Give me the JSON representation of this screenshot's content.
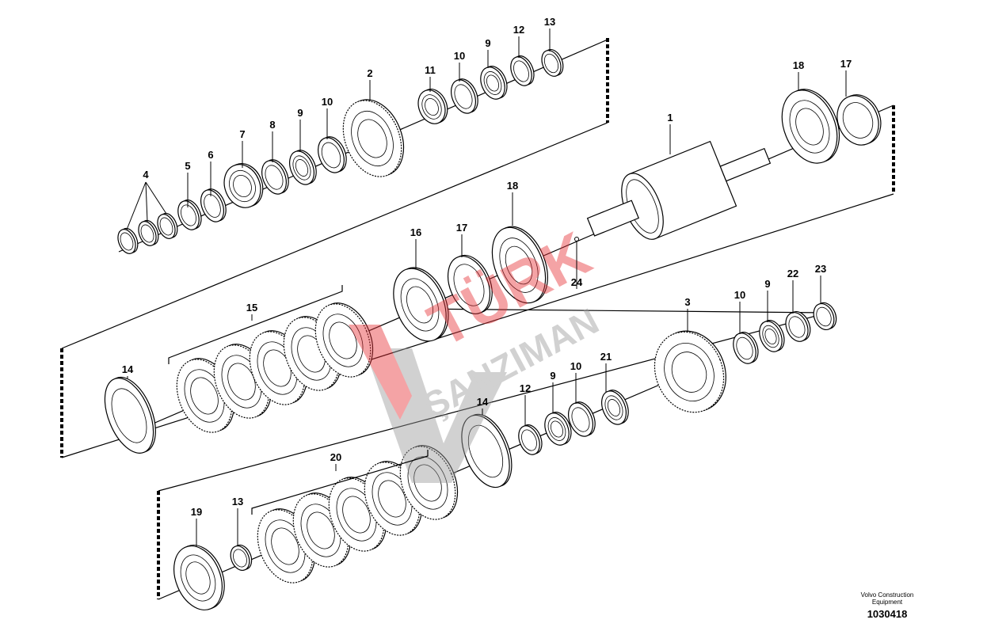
{
  "callouts": {
    "c4": "4",
    "c5": "5",
    "c6": "6",
    "c7": "7",
    "c8": "8",
    "c9a": "9",
    "c10a": "10",
    "c2": "2",
    "c11": "11",
    "c10b": "10",
    "c9b": "9",
    "c12a": "12",
    "c13a": "13",
    "c18a": "18",
    "c17a": "17",
    "c1": "1",
    "c16": "16",
    "c17b": "17",
    "c18b": "18",
    "c24": "24",
    "c15": "15",
    "c14a": "14",
    "c3": "3",
    "c10c": "10",
    "c9c": "9",
    "c22": "22",
    "c23": "23",
    "c21": "21",
    "c10d": "10",
    "c9d": "9",
    "c12b": "12",
    "c14b": "14",
    "c20": "20",
    "c19": "19",
    "c13b": "13"
  },
  "watermark": {
    "brand_top": "TÜRK",
    "brand_bottom": "ŞANZIMAN",
    "color_red": "#e8343a",
    "color_gray": "#9a9a9a"
  },
  "footer": {
    "company": "Volvo Construction Equipment",
    "drawing_number": "1030418"
  }
}
